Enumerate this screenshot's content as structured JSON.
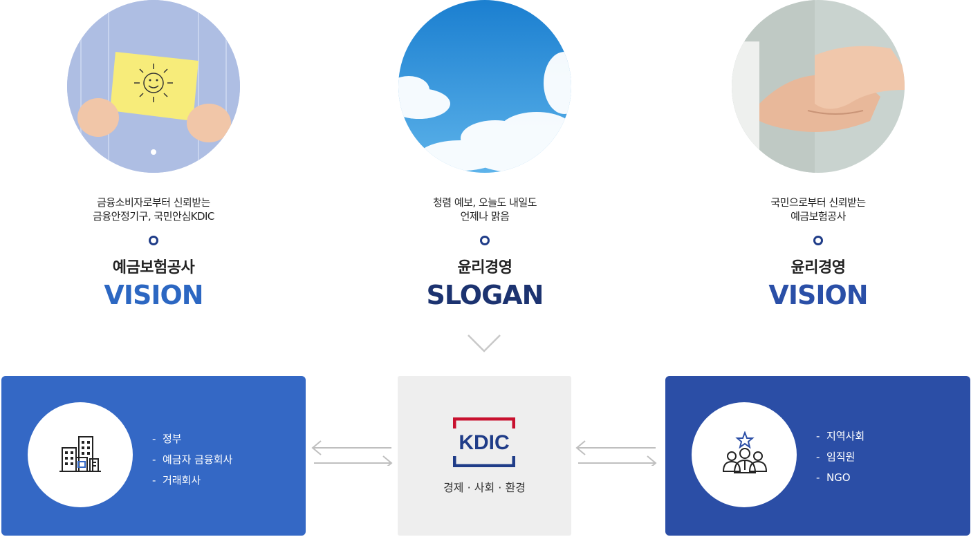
{
  "columns": [
    {
      "caption_line1": "금융소비자로부터 신뢰받는",
      "caption_line2": "금융안정기구, 국민안심KDIC",
      "sub": "예금보험공사",
      "big": "VISION",
      "photo": "child-holding-sun-drawing"
    },
    {
      "caption_line1": "청렴 예보, 오늘도 내일도",
      "caption_line2": "언제나 맑음",
      "sub": "윤리경영",
      "big": "SLOGAN",
      "photo": "blue-sky-clouds"
    },
    {
      "caption_line1": "국민으로부터 신뢰받는",
      "caption_line2": "예금보험공사",
      "sub": "윤리경영",
      "big": "VISION",
      "photo": "handshake"
    }
  ],
  "left_box": {
    "icon": "buildings-icon",
    "items": [
      "정부",
      "예금자 금융회사",
      "거래회사"
    ]
  },
  "center_box": {
    "logo_text": "KDIC",
    "text": "경제 · 사회 · 환경"
  },
  "right_box": {
    "icon": "community-people-icon",
    "items": [
      "지역사회",
      "임직원",
      "NGO"
    ]
  },
  "colors": {
    "left_box": "#3468c5",
    "right_box": "#2b4ea6",
    "center_box": "#eeeeee",
    "logo_red": "#c8102e",
    "logo_navy": "#1f3c88"
  }
}
